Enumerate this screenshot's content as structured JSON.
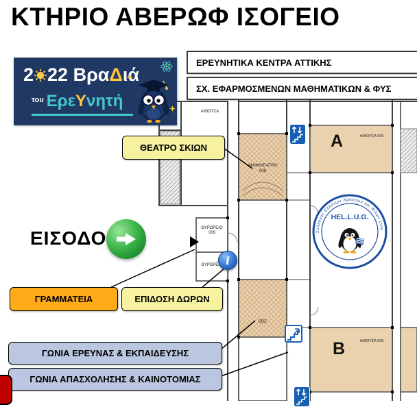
{
  "title": "ΚΤΗΡΙΟ ΑΒΕΡΩΦ ΙΣΟΓΕΙΟ",
  "logo": {
    "year_pre": "2",
    "year_post": "22",
    "word1_a": "Βρα",
    "word1_delta": "Δ",
    "word1_b": "ιά",
    "of_the": "του",
    "word2_a": "Ερε",
    "word2_y": "Υ",
    "word2_b": "νητή"
  },
  "top_boxes": {
    "box1": "ΕΡΕΥΝΗΤΙΚΑ ΚΕΝΤΡΑ ΑΤΤΙΚΗΣ",
    "box2": "ΣΧ. ΕΦΑΡΜΟΣΜΕΝΩΝ ΜΑΘΗΜΑΤΙΚΩΝ & ΦΥΣ"
  },
  "callouts": {
    "shadow_theatre": "ΘΕΑΤΡΟ ΣΚΙΩΝ",
    "entrance": "ΕΙΣΟΔΟΣ",
    "secretariat": "ΓΡΑΜΜΑΤΕΙΑ",
    "gift_delivery": "ΕΠΙΔΟΣΗ ΔΩΡΩΝ",
    "research_education_corner": "ΓΩΝΙΑ ΕΡΕΥΝΑΣ & ΕΚΠΑΙΔΕΥΣΗΣ",
    "employment_innovation_corner": "ΓΩΝΙΑ ΑΠΑΣΧΟΛΗΣΗΣ & ΚΑΙΝΟΤΟΜΙΑΣ"
  },
  "map": {
    "room_top_label": "ΑΙΘΟΥΣΑ",
    "amphitheatre_line1": "ΑΜΦΙΘΕΑΤΡΟ",
    "amphitheatre_line2": "008",
    "room_a_letter": "A",
    "room_a_label": "ΑΙΘΟΥΣΑ 006",
    "porter1_line1": "ΘΥΡΩΡΕΙΟ",
    "porter1_line2": "009",
    "porter2_line1": "ΘΥΡΩΡΕΙΟ",
    "room_002_label": "002",
    "room_b_letter": "B",
    "room_b_label": "ΑΙΘΟΥΣΑ 003",
    "info_icon_glyph": "i"
  },
  "hellug": {
    "name": "HEL.L.U.G.",
    "ring_text": "Σύλλογος Ελλήνων Χρηστών και Φίλων Linux"
  },
  "colors": {
    "logo_navy": "#203864",
    "logo_teal": "#45C8CF",
    "logo_yellow": "#FFC83D",
    "yellow_box": "#F7F2A0",
    "orange_box": "#FFAB18",
    "blue_gray_box": "#BBC7E0",
    "red_box": "#C00000",
    "green_arrow": "#2FAE3E",
    "info_blue": "#2E75D4",
    "room_tan": "#EBD2AF",
    "hellug_blue": "#1A4DA1"
  }
}
